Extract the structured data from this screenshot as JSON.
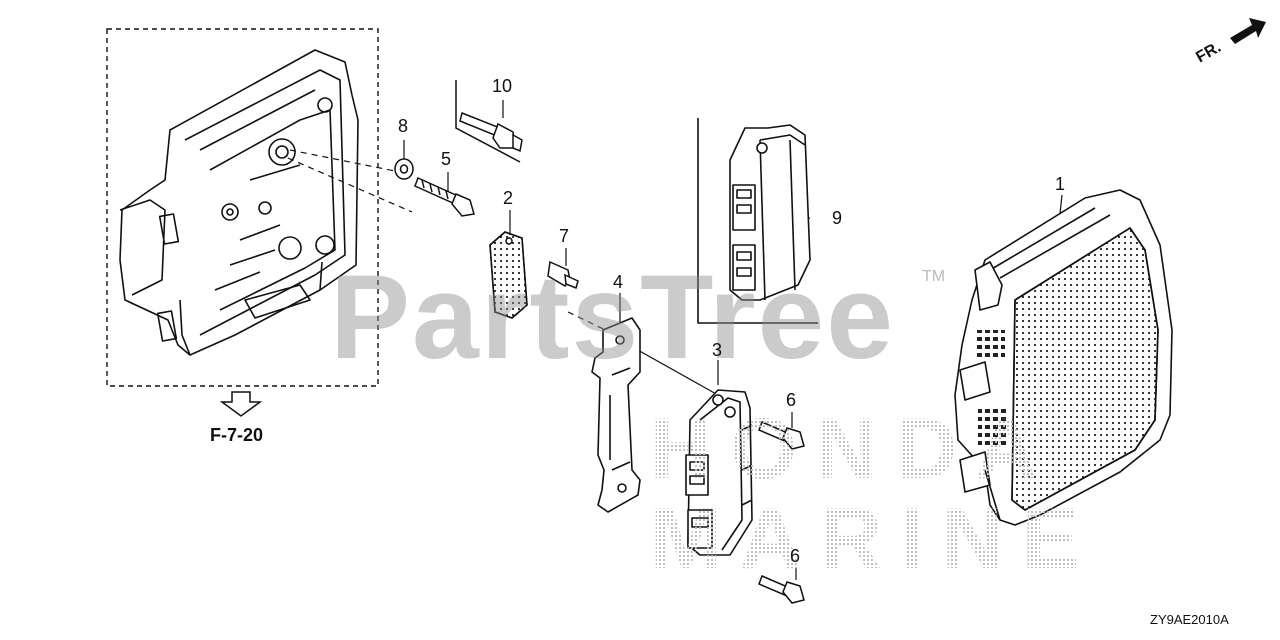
{
  "diagram": {
    "callouts": [
      {
        "id": "c1",
        "text": "1"
      },
      {
        "id": "c2",
        "text": "2"
      },
      {
        "id": "c3",
        "text": "3"
      },
      {
        "id": "c4",
        "text": "4"
      },
      {
        "id": "c5",
        "text": "5"
      },
      {
        "id": "c6a",
        "text": "6"
      },
      {
        "id": "c6b",
        "text": "6"
      },
      {
        "id": "c7",
        "text": "7"
      },
      {
        "id": "c8",
        "text": "8"
      },
      {
        "id": "c9",
        "text": "9"
      },
      {
        "id": "c10",
        "text": "10"
      }
    ],
    "reference_label": "F-7-20",
    "direction_label": "FR.",
    "drawing_code": "ZY9AE2010A"
  },
  "watermark": {
    "main": "PartsTree",
    "trademark": "TM",
    "brand_line1": "HONDA",
    "brand_line2": "MARINE"
  },
  "colors": {
    "line": "#111111",
    "watermark": "#8c8c8c",
    "background": "#ffffff"
  }
}
